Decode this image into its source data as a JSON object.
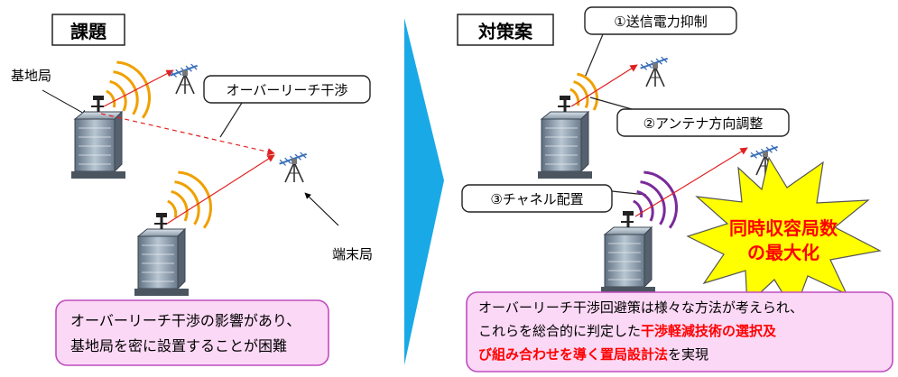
{
  "left": {
    "title": "課題",
    "label_base": "基地局",
    "label_terminal": "端末局",
    "callout_overreach": "オーバーリーチ干渉",
    "note_lines": [
      "オーバーリーチ干渉の影響があり、",
      "基地局を密に設置することが困難"
    ]
  },
  "right": {
    "title": "対策案",
    "callout_1": "①送信電力抑制",
    "callout_2": "②アンテナ方向調整",
    "callout_3": "③チャネル配置",
    "burst_lines": [
      "同時収容局数",
      "の最大化"
    ],
    "note_line1": "オーバーリーチ干渉回避策は様々な方法が考えられ、",
    "note_line2_plain": "これらを総合的に判定した",
    "note_line2_highlight": "干渉軽減技術の選択及",
    "note_line3_highlight": "び組み合わせを導く置局設計法",
    "note_line3_plain": "を実現"
  },
  "colors": {
    "arrow": "#19a9e6",
    "note_fill": "#fbd8f5",
    "note_stroke": "#c04cc0",
    "signal_orange": "#f0a000",
    "signal_purple": "#7a2a9a",
    "beam_red": "#e02020",
    "burst_fill": "#ffff00",
    "highlight_red": "#ff0000"
  },
  "icons": [
    "base-station-building-icon",
    "terminal-antenna-icon"
  ]
}
